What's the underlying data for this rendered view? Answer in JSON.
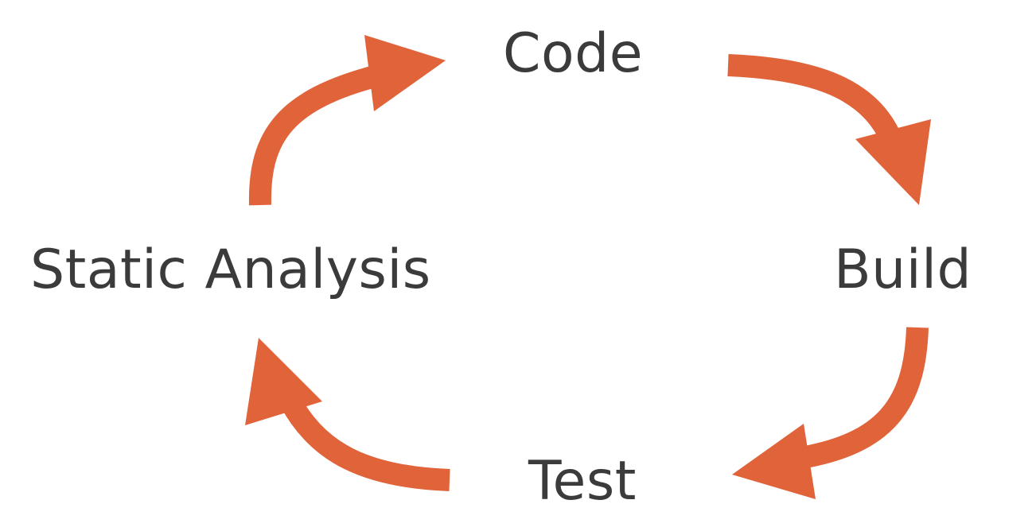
{
  "diagram": {
    "type": "cycle",
    "accent_color": "#e0633a",
    "text_color": "#3b3b3b",
    "nodes": {
      "code": "Code",
      "build": "Build",
      "test": "Test",
      "static_analysis": "Static Analysis"
    },
    "edges": [
      {
        "from": "Code",
        "to": "Build"
      },
      {
        "from": "Build",
        "to": "Test"
      },
      {
        "from": "Test",
        "to": "Static Analysis"
      },
      {
        "from": "Static Analysis",
        "to": "Code"
      }
    ]
  }
}
